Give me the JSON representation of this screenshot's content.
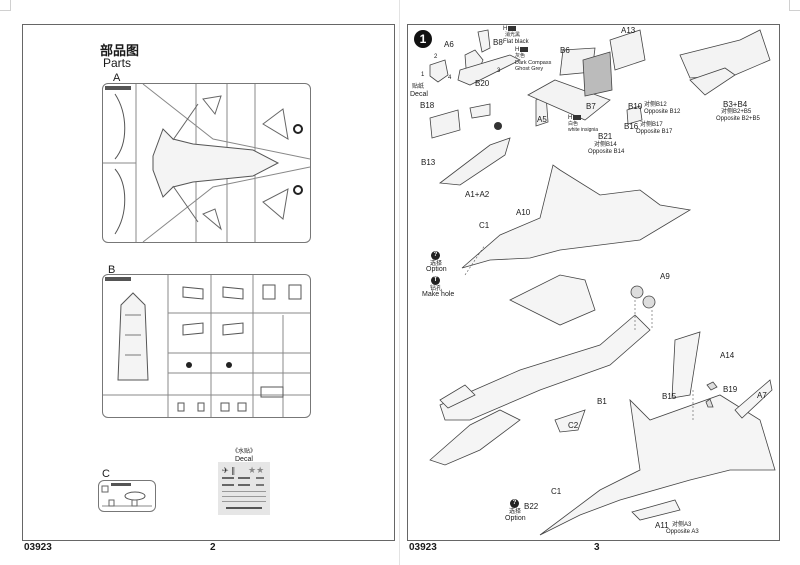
{
  "document": {
    "product_code": "03923"
  },
  "page_left": {
    "page_number": "2",
    "title_cn": "部品图",
    "title_en": "Parts",
    "sprues": [
      {
        "letter": "A"
      },
      {
        "letter": "B"
      },
      {
        "letter": "C"
      }
    ],
    "decal": {
      "label_cn": "《水贴》",
      "label_en": "Decal"
    }
  },
  "page_right": {
    "page_number": "3",
    "step": "1",
    "parts": {
      "a6": "A6",
      "b8": "B8",
      "b20": "B20",
      "b18": "B18",
      "b13": "B13",
      "a1a2": "A1+A2",
      "b6": "B6",
      "a13": "A13",
      "a5": "A5",
      "b7": "B7",
      "b10": "B10",
      "b16": "B16",
      "b21": "B21",
      "b3b4": "B3+B4",
      "a10": "A10",
      "c1_top": "C1",
      "a9": "A9",
      "a14": "A14",
      "b19": "B19",
      "b15": "B15",
      "a7": "A7",
      "b1": "B1",
      "c2": "C2",
      "c1_bottom": "C1",
      "b22": "B22",
      "a11": "A11"
    },
    "opposites": {
      "b10_cn": "对侧B12",
      "b10_en": "Opposite B12",
      "b16_cn": "对侧B17",
      "b16_en": "Opposite B17",
      "b21_cn": "对侧B14",
      "b21_en": "Opposite B14",
      "b3b4_cn": "对侧B2+B5",
      "b3b4_en": "Opposite B2+B5",
      "a11_cn": "对侧A3",
      "a11_en": "Opposite A3"
    },
    "callouts": {
      "sub_1": "1",
      "sub_2": "2",
      "sub_3": "3",
      "sub_4": "4",
      "decal_cn": "贴纸",
      "decal_en": "Decal",
      "option_cn": "选择",
      "option_en": "Option",
      "make_hole_cn": "钻孔",
      "make_hole_en": "Make hole",
      "option2_cn": "选择",
      "option2_en": "Option"
    },
    "paints": {
      "flat_black": {
        "code": "H",
        "cn": "消光黑",
        "en": "Flat black"
      },
      "dark_compass_ghost_grey": {
        "code": "H",
        "cn": "灰色",
        "en": "Dark Compass Ghost Grey"
      },
      "white_insignia": {
        "code": "H",
        "cn": "白色",
        "en": "white insignia"
      }
    }
  }
}
